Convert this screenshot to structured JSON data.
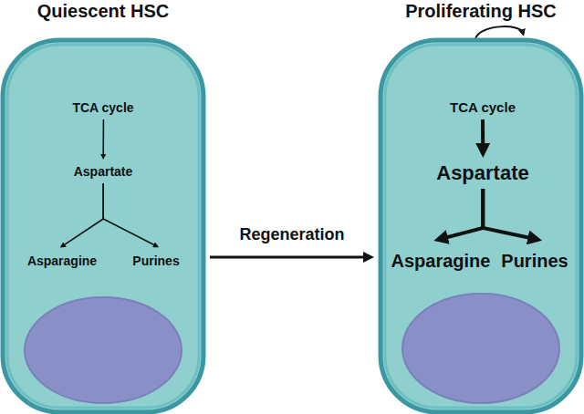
{
  "diagram": {
    "nodes": [
      {
        "text": [
          "Quiescent HSC"
        ]
      },
      {
        "text": [],
        "in": 0
      },
      {
        "text": [
          "TCA cycle"
        ],
        "in": 1
      },
      {
        "text": [
          "Aspartate"
        ],
        "in": 1
      },
      {
        "text": [
          "Asparagine"
        ],
        "in": 0
      },
      {
        "text": [
          "Purines"
        ],
        "in": 0
      },
      {
        "text": [
          "Proliferating HSC"
        ]
      },
      {
        "text": [],
        "in": 6
      },
      {
        "text": [
          "TCA cycle"
        ],
        "in": 7
      },
      {
        "text": [
          "Aspartate"
        ],
        "in": 7
      },
      {
        "text": [
          "Asparagine"
        ],
        "in": 6
      },
      {
        "text": [
          "Purines"
        ],
        "in": 6
      }
    ],
    "edges": [
      {
        "from": 2,
        "to": 3,
        "arrow": "to"
      },
      {
        "from": 3,
        "to": 4,
        "arrow": "to"
      },
      {
        "from": 3,
        "to": 5,
        "arrow": "to"
      },
      {
        "from": 0,
        "to": 6,
        "label": "Regeneration",
        "arrow": "to"
      },
      {
        "from": 8,
        "to": 9,
        "arrow": "to"
      },
      {
        "from": 9,
        "to": 10,
        "arrow": "to"
      },
      {
        "from": 9,
        "to": 11,
        "arrow": "to"
      }
    ]
  }
}
